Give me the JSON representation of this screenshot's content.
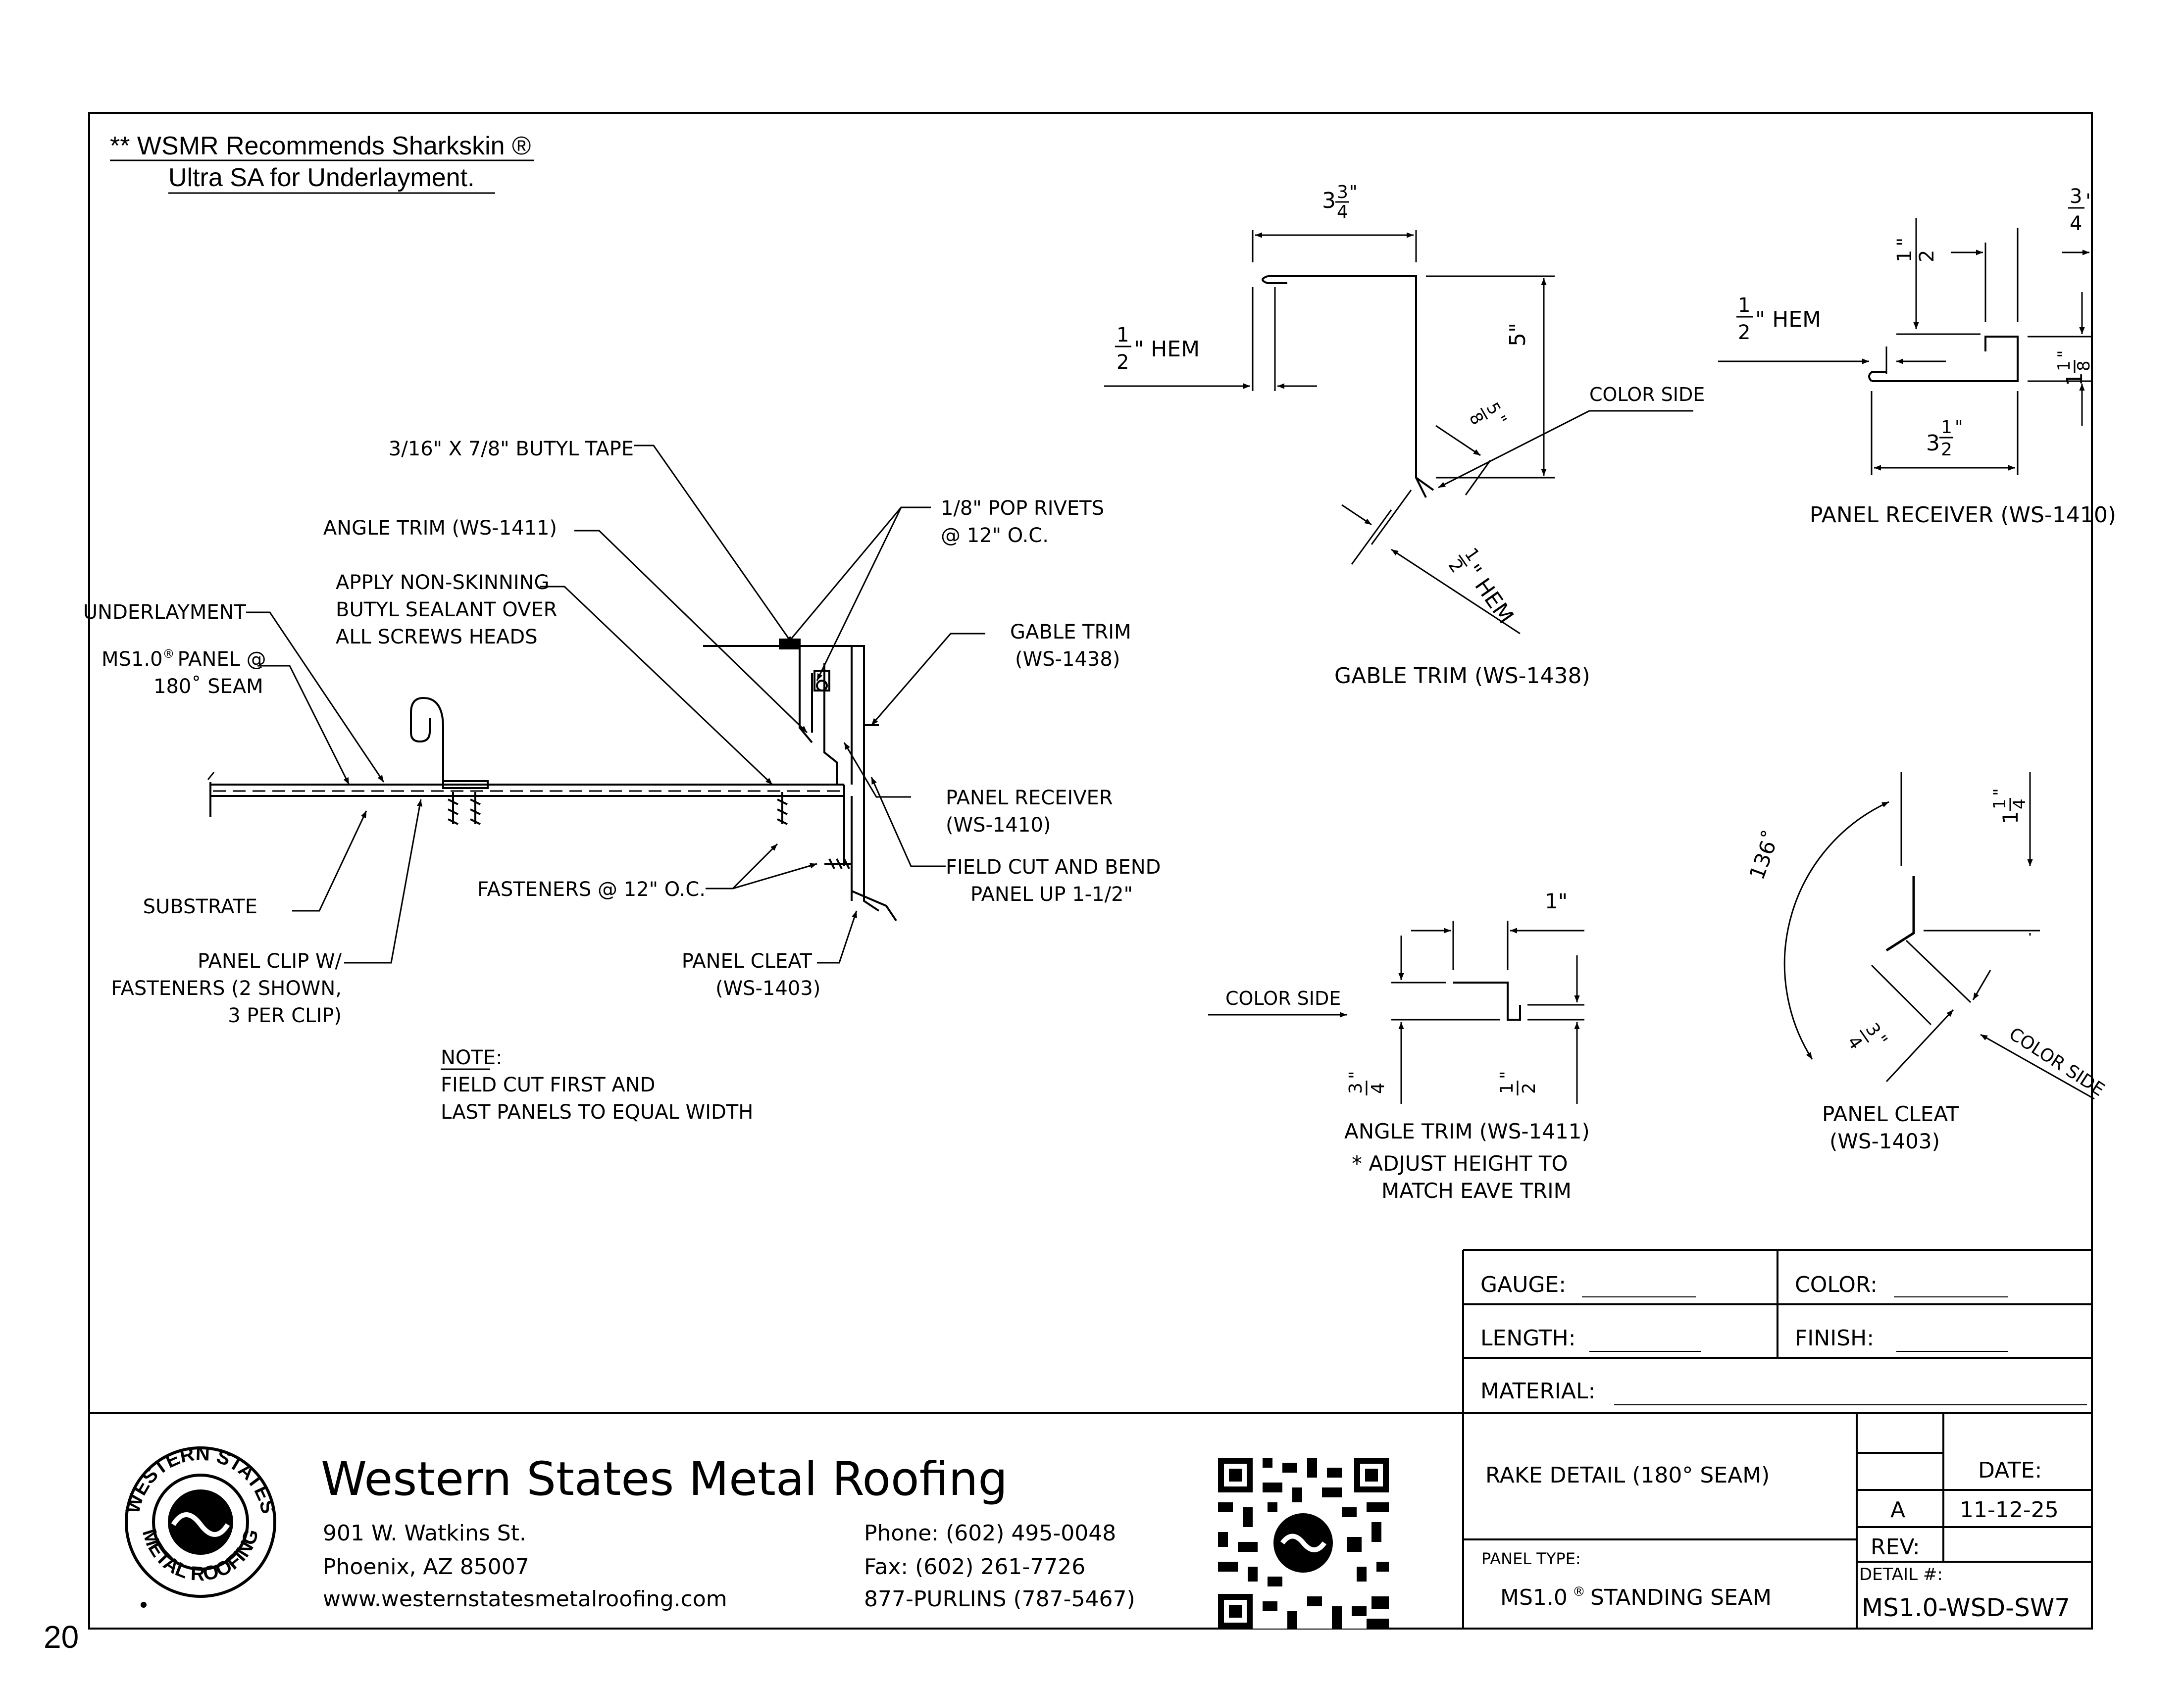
{
  "page_number": "20",
  "recommendation": {
    "line1": "** WSMR Recommends Sharkskin ®",
    "line2": "Ultra SA for Underlayment."
  },
  "main_detail": {
    "labels": {
      "butyl_tape": "3/16\" X 7/8\" BUTYL TAPE",
      "angle_trim": "ANGLE TRIM (WS-1411)",
      "sealant_1": "APPLY NON-SKINNING",
      "sealant_2": "BUTYL SEALANT OVER",
      "sealant_3": "ALL SCREWS HEADS",
      "underlayment": "UNDERLAYMENT",
      "ms_panel_1": "MS1.0",
      "ms_panel_reg": "®",
      "ms_panel_2": "PANEL @",
      "ms_panel_3": "180˚ SEAM",
      "pop_rivets_1": "1/8\" POP RIVETS",
      "pop_rivets_2": "@ 12\" O.C.",
      "gable_trim_1": "GABLE TRIM",
      "gable_trim_2": "(WS-1438)",
      "panel_receiver_1": "PANEL RECEIVER",
      "panel_receiver_2": "(WS-1410)",
      "field_cut_1": "FIELD CUT AND BEND",
      "field_cut_2": "PANEL UP 1-1/2\"",
      "fasteners": "FASTENERS @ 12\" O.C.",
      "substrate": "SUBSTRATE",
      "panel_clip_1": "PANEL CLIP W/",
      "panel_clip_2": "FASTENERS (2 SHOWN,",
      "panel_clip_3": "3 PER CLIP)",
      "panel_cleat_1": "PANEL CLEAT",
      "panel_cleat_2": "(WS-1403)"
    },
    "note": {
      "title": "NOTE:",
      "line1": "FIELD CUT FIRST AND",
      "line2": "LAST PANELS TO EQUAL WIDTH"
    }
  },
  "gable_trim": {
    "width_whole": "3",
    "width_num": "3",
    "width_den": "4",
    "width_in": "\"",
    "hem_num": "1",
    "hem_den": "2",
    "hem_label": "\" HEM",
    "height": "5\"",
    "angle_num": "5",
    "angle_den": "8",
    "angle_whole": "\"",
    "hem2_num": "1",
    "hem2_den": "2",
    "hem2_label": "\" HEM",
    "color_side": "COLOR SIDE",
    "caption": "GABLE TRIM (WS-1438)"
  },
  "panel_receiver": {
    "top_num": "3",
    "top_den": "4",
    "top_in": "\"",
    "half_num": "1",
    "half_den": "2",
    "half_in": "\"",
    "hem_num": "1",
    "hem_den": "2",
    "hem_label": "\" HEM",
    "height_whole": "1",
    "height_num": "1",
    "height_den": "8",
    "height_in": "\"",
    "width_whole": "3",
    "width_num": "1",
    "width_den": "2",
    "width_in": "\"",
    "caption": "PANEL RECEIVER (WS-1410)"
  },
  "angle_trim": {
    "top": "1\"",
    "left_num": "3",
    "left_den": "4",
    "left_in": "\"",
    "right_num": "1",
    "right_den": "2",
    "right_in": "\"",
    "color_side": "COLOR SIDE",
    "caption": "ANGLE TRIM (WS-1411)",
    "note_1": "* ADJUST HEIGHT TO",
    "note_2": "MATCH EAVE TRIM"
  },
  "panel_cleat": {
    "angle": "136˚",
    "height_whole": "1",
    "height_num": "1",
    "height_den": "4",
    "height_in": "\"",
    "leg_num": "3",
    "leg_den": "4",
    "leg_in": "\"",
    "color_side": "COLOR SIDE",
    "caption_1": "PANEL CLEAT",
    "caption_2": "(WS-1403)"
  },
  "spec_block": {
    "gauge": "GAUGE:",
    "color": "COLOR:",
    "length": "LENGTH:",
    "finish": "FINISH:",
    "material": "MATERIAL:"
  },
  "company": {
    "logo_top": "WESTERN STATES",
    "logo_bottom": "METAL ROOFING",
    "name": "Western States Metal Roofing",
    "address_1": "901 W. Watkins St.",
    "address_2": "Phoenix, AZ 85007",
    "website": "www.westernstatesmetalroofing.com",
    "phone": "Phone: (602) 495-0048",
    "fax": "Fax: (602) 261-7726",
    "purlins": "877-PURLINS (787-5467)"
  },
  "title_block": {
    "title": "RAKE DETAIL (180° SEAM)",
    "panel_type_label": "PANEL TYPE:",
    "panel_type_1": "MS1.0",
    "panel_type_reg": "®",
    "panel_type_2": "STANDING SEAM",
    "date_label": "DATE:",
    "rev_letter": "A",
    "date": "11-12-25",
    "rev_label": "REV:",
    "detail_label": "DETAIL #:",
    "detail_number": "MS1.0-WSD-SW7"
  }
}
